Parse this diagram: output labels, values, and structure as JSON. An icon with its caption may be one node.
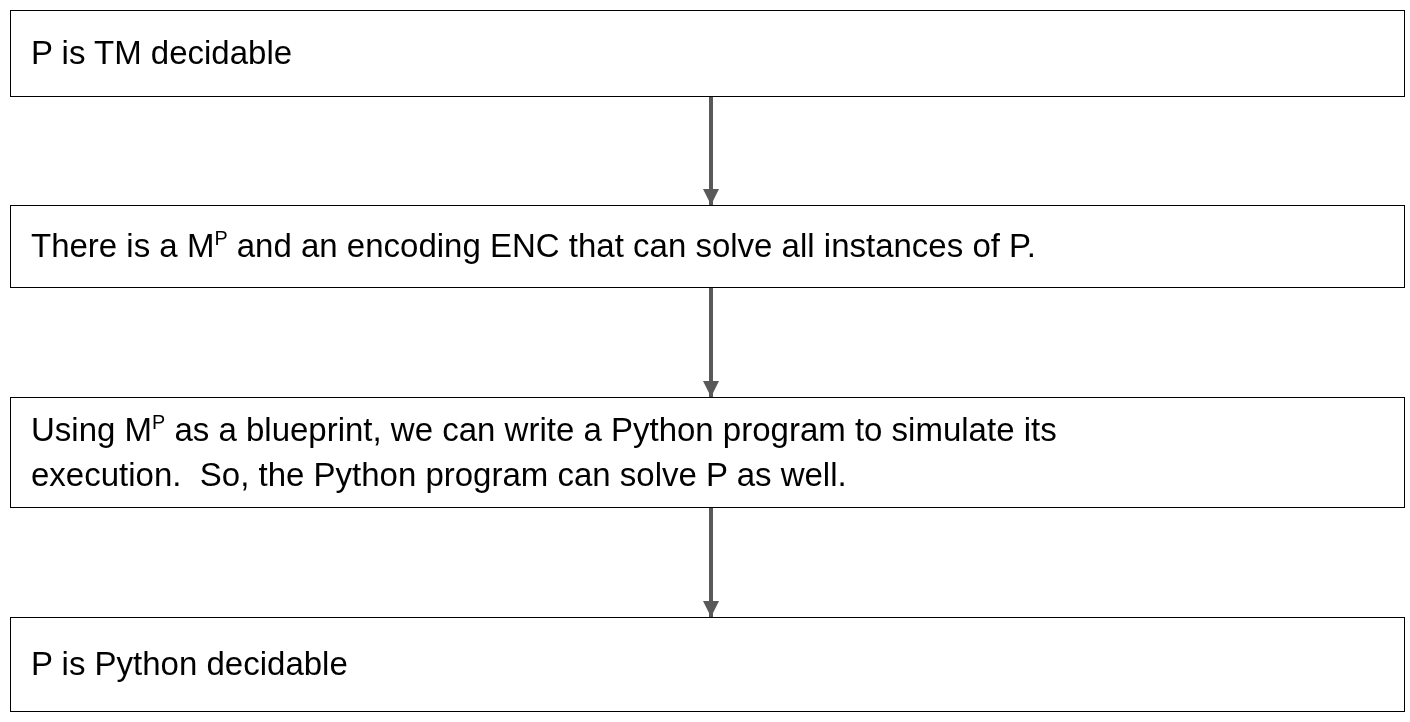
{
  "diagram": {
    "nodes": [
      {
        "text": [
          "P is TM decidable"
        ]
      },
      {
        "text": [
          "There is a M$^{P}$ and an encoding ENC that can solve all instances of P."
        ]
      },
      {
        "text": [
          "Using M$^{P}$ as a blueprint, we can write a Python program to simulate its execution.  So, the Python program can solve P as well."
        ]
      },
      {
        "text": [
          "P is Python decidable"
        ]
      }
    ],
    "edges": [
      {
        "from": 0,
        "to": 1,
        "arrow": "to"
      },
      {
        "from": 1,
        "to": 2,
        "arrow": "to"
      },
      {
        "from": 2,
        "to": 3,
        "arrow": "to"
      }
    ]
  }
}
